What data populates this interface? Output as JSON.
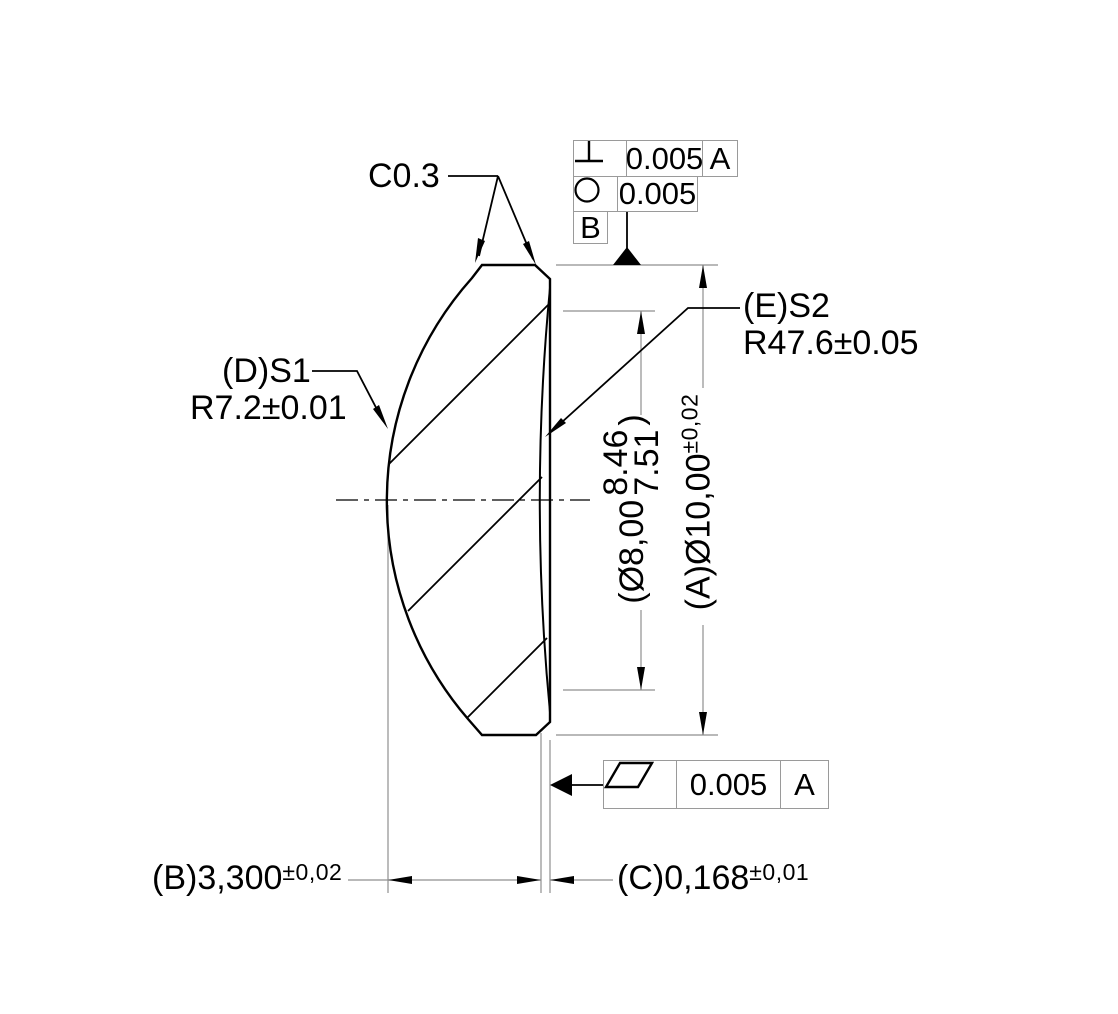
{
  "drawing": {
    "title": "lens-cross-section-drawing",
    "chamfer": {
      "label": "C0.3"
    },
    "fcf_top": {
      "row1": {
        "symbol": "perpendicularity",
        "value": "0.005",
        "datum": "A"
      },
      "row2": {
        "symbol": "circularity",
        "value": "0.005"
      },
      "row3": {
        "datum": "B"
      }
    },
    "surface1": {
      "label": "(D)S1",
      "radius": "R7.2±0.01"
    },
    "surface2": {
      "label": "(E)S2",
      "radius": "R47.6±0.05"
    },
    "aperture_dim": {
      "open": "(Ø8,00",
      "upper": "8.46",
      "lower": "7.51",
      "close": ")"
    },
    "diameter_dim": {
      "value": "(A)Ø10,00",
      "tolerance": "±0,02"
    },
    "fcf_bottom": {
      "symbol": "flatness",
      "value": "0.005",
      "datum": "A"
    },
    "thickness_dim": {
      "value": "(B)3,300",
      "tolerance": "±0,02"
    },
    "edge_dim": {
      "value": "(C)0,168",
      "tolerance": "±0,01"
    },
    "colors": {
      "line": "#000000",
      "thin_line": "#8f8f8f"
    }
  }
}
